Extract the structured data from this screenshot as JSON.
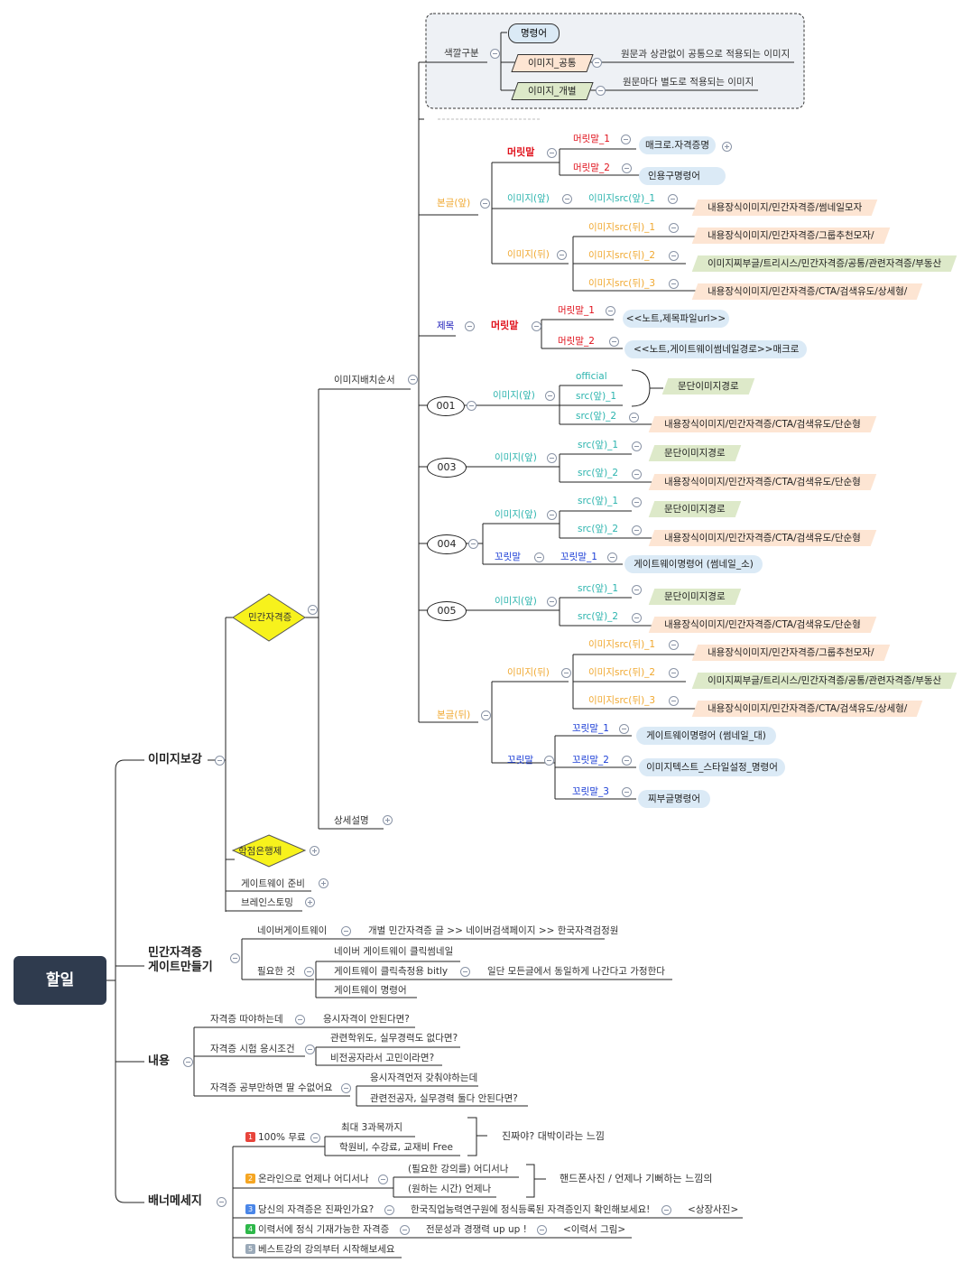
{
  "root": "할일",
  "branches": {
    "image": "이미지보강",
    "gateway": "민간자격증\n게이트만들기",
    "content": "내용",
    "banner": "배너메세지"
  },
  "image_branch": {
    "civil": "민간자격증",
    "credit": "학점은행제",
    "gateway_prep": "게이트웨이 준비",
    "brainstorm": "브레인스토밍",
    "placement": "이미지배치순서",
    "detail": "상세설명"
  },
  "legend": {
    "color_label": "색깔구분",
    "command": "명령어",
    "common": "이미지_공통",
    "common_desc": "원문과 상관없이 공통으로 적용되는 이미지",
    "individual": "이미지_개별",
    "individual_desc": "원문마다 별도로 적용되는 이미지"
  },
  "body_front": {
    "label": "본글(앞)",
    "headword": "머릿말",
    "h1": "머릿말_1",
    "h1_pill": "매크로.자격증명",
    "h2": "머릿말_2",
    "h2_pill": "인용구명령어",
    "img_front": "이미지(앞)",
    "img_front_src": "이미지src(앞)_1",
    "img_front_para": "내용장식이미지/민간자격증/썸네일모자",
    "img_back": "이미지(뒤)",
    "back_src1": "이미지src(뒤)_1",
    "back_para1": "내용장식이미지/민간자격증/그룹추천모자/",
    "back_src2": "이미지src(뒤)_2",
    "back_para2": "이미지찌부글/트리시스/민간자격증/공통/관련자격증/부동산",
    "back_src3": "이미지src(뒤)_3",
    "back_para3": "내용장식이미지/민간자격증/CTA/검색유도/상세형/"
  },
  "title_node": {
    "label": "제목",
    "headword": "머릿말",
    "h1": "머릿말_1",
    "h1_pill": "<<노트,제목파일url>>",
    "h2": "머릿말_2",
    "h2_pill": "<<노트,게이트웨이썸네일경로>>매크로"
  },
  "n001": {
    "label": "001",
    "img": "이미지(앞)",
    "official": "official",
    "src1": "src(앞)_1",
    "src2": "src(앞)_2",
    "grp": "문단이미지경로",
    "para2": "내용장식이미지/민간자격증/CTA/검색유도/단순형"
  },
  "n003": {
    "label": "003",
    "img": "이미지(앞)",
    "src1": "src(앞)_1",
    "para1": "문단이미지경로",
    "src2": "src(앞)_2",
    "para2": "내용장식이미지/민간자격증/CTA/검색유도/단순형"
  },
  "n004": {
    "label": "004",
    "img": "이미지(앞)",
    "src1": "src(앞)_1",
    "para1": "문단이미지경로",
    "src2": "src(앞)_2",
    "para2": "내용장식이미지/민간자격증/CTA/검색유도/단순형",
    "tail": "꼬릿말",
    "tail1": "꼬릿말_1",
    "tail1_pill": "게이트웨이명령어 (썸네일_소)"
  },
  "n005": {
    "label": "005",
    "img": "이미지(앞)",
    "src1": "src(앞)_1",
    "para1": "문단이미지경로",
    "src2": "src(앞)_2",
    "para2": "내용장식이미지/민간자격증/CTA/검색유도/단순형"
  },
  "body_back": {
    "label": "본글(뒤)",
    "img_back": "이미지(뒤)",
    "src1": "이미지src(뒤)_1",
    "para1": "내용장식이미지/민간자격증/그룹추천모자/",
    "src2": "이미지src(뒤)_2",
    "para2": "이미지찌부글/트리시스/민간자격증/공통/관련자격증/부동산",
    "src3": "이미지src(뒤)_3",
    "para3": "내용장식이미지/민간자격증/CTA/검색유도/상세형/",
    "tail": "꼬릿말",
    "tail1": "꼬릿말_1",
    "tail1_pill": "게이트웨이명령어 (썸네일_대)",
    "tail2": "꼬릿말_2",
    "tail2_pill": "이미지텍스트_스타일설정_명령어",
    "tail3": "꼬릿말_3",
    "tail3_pill": "찌부글명령어"
  },
  "gateway_branch": {
    "naver": "네이버게이트웨이",
    "naver_desc": "개별 민간자격증 글 >> 네이버검색페이지 >> 한국자격검정원",
    "needed": "필요한 것",
    "need1": "네이버 게이트웨이 클릭썸네일",
    "need2": "게이트웨이 클릭측정용 bitly",
    "need2_desc": "일단 모든글에서 동일하게 나간다고 가정한다",
    "need3": "게이트웨이 명령어"
  },
  "content_branch": {
    "c1": "자격증 따야하는데",
    "c1a": "응시자격이 안된다면?",
    "c2": "자격증 시험 응시조건",
    "c2a": "관련학위도, 실무경력도 없다면?",
    "c2b": "비전공자라서 고민이라면?",
    "c3": "자격증 공부만하면 딸 수없어요",
    "c3a": "응시자격먼저 갖춰야하는데",
    "c3b": "관련전공자, 실무경력 둘다 안된다면?"
  },
  "banner_branch": {
    "b1": "100% 무료",
    "b1a": "최대 3과목까지",
    "b1b": "학원비, 수강료, 교재비 Free",
    "b1c": "진짜야? 대박이라는 느낌",
    "b2": "온라인으로 언제나 어디서나",
    "b2a": "(필요한 강의를) 어디서나",
    "b2b": "(원하는 시간) 언제나",
    "b2c": "핸드폰사진 / 언제나 기뻐하는 느낌의",
    "b3": "당신의 자격증은 진짜인가요?",
    "b3a": "한국직업능력연구원에 정식등록된 자격증인지 확인해보세요!",
    "b3b": "<상장사진>",
    "b4": "이력서에 정식 기재가능한 자격증",
    "b4a": "전문성과 경쟁력 up up !",
    "b4b": "<이력서 그림>",
    "b5": "베스트강의 강의부터 시작해보세요",
    "nums": [
      "1",
      "2",
      "3",
      "4",
      "5"
    ]
  },
  "colors": {
    "root_bg": "#2f3b4e",
    "diamond": "#f7f21c",
    "red": "#e0121c",
    "gold": "#f0a830",
    "teal": "#2cb4ae",
    "blue": "#1d3fd6",
    "pill": "#dbeaf6",
    "common_bg": "#fde5d3",
    "individual_bg": "#dde9c9",
    "num1": "#e8453c",
    "num2": "#f5a623",
    "num3": "#4a86e8",
    "num4": "#2eb84a",
    "num5": "#9aa9b8"
  }
}
